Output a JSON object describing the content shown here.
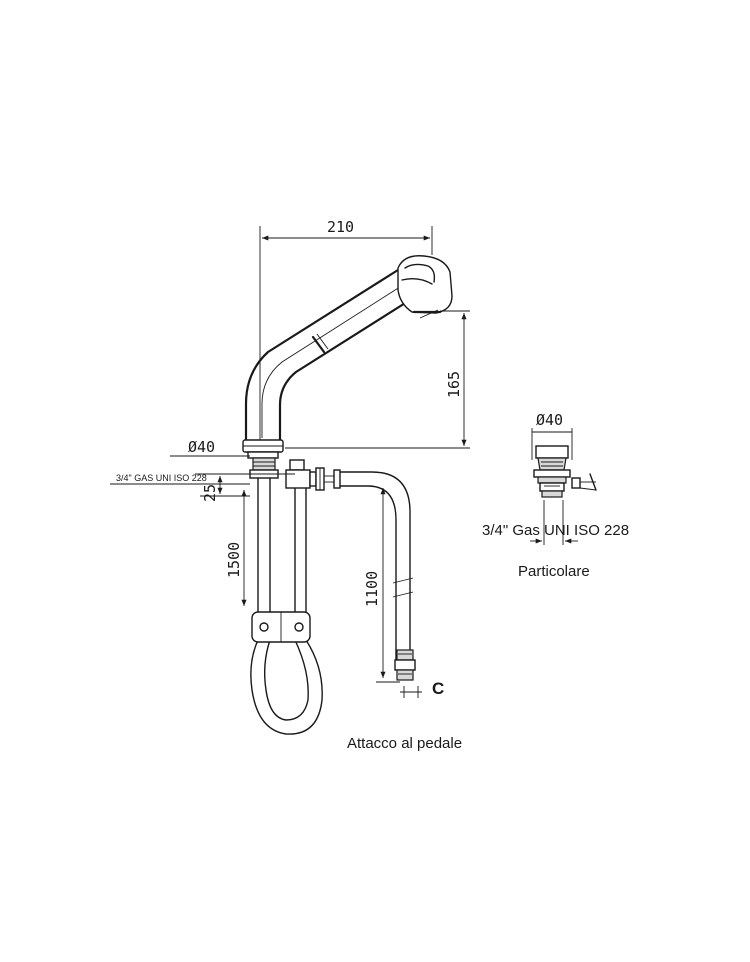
{
  "dimensions": {
    "width_210": "210",
    "height_165": "165",
    "diameter_main": "Ø40",
    "thread_main": "3/4\" GAS UNI ISO 228",
    "offset_25": "25",
    "hose_1500": "1500",
    "hose_1100": "1100",
    "connection_c": "C"
  },
  "detail": {
    "diameter": "Ø40",
    "thread": "3/4\" Gas UNI ISO 228",
    "caption": "Particolare"
  },
  "caption_pedal": "Attacco al pedale"
}
